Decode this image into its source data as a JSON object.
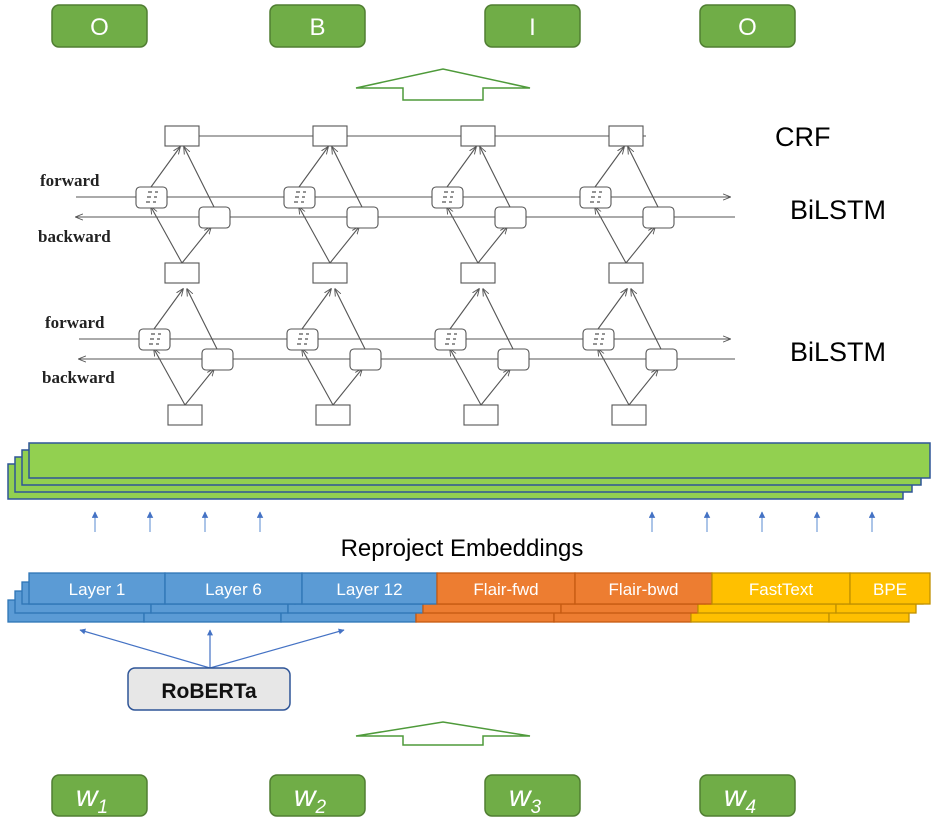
{
  "outputs": [
    "O",
    "B",
    "I",
    "O"
  ],
  "crf_label": "CRF",
  "bilstm_labels": [
    "BiLSTM",
    "BiLSTM"
  ],
  "forward_label": "forward",
  "backward_label": "backward",
  "reproject_label": "Reproject Embeddings",
  "embeddings": [
    {
      "label": "Layer 1",
      "group": "roberta"
    },
    {
      "label": "Layer 6",
      "group": "roberta"
    },
    {
      "label": "Layer 12",
      "group": "roberta"
    },
    {
      "label": "Flair-fwd",
      "group": "flair"
    },
    {
      "label": "Flair-bwd",
      "group": "flair"
    },
    {
      "label": "FastText",
      "group": "static"
    },
    {
      "label": "BPE",
      "group": "static"
    }
  ],
  "roberta_label": "RoBERTa",
  "inputs": [
    {
      "base": "w",
      "sub": "1"
    },
    {
      "base": "w",
      "sub": "2"
    },
    {
      "base": "w",
      "sub": "3"
    },
    {
      "base": "w",
      "sub": "4"
    }
  ],
  "colors": {
    "token_box": "#70ad47",
    "reprojected": "#92d050",
    "roberta": "#5b9bd5",
    "flair": "#ed7d31",
    "static": "#ffc000"
  }
}
